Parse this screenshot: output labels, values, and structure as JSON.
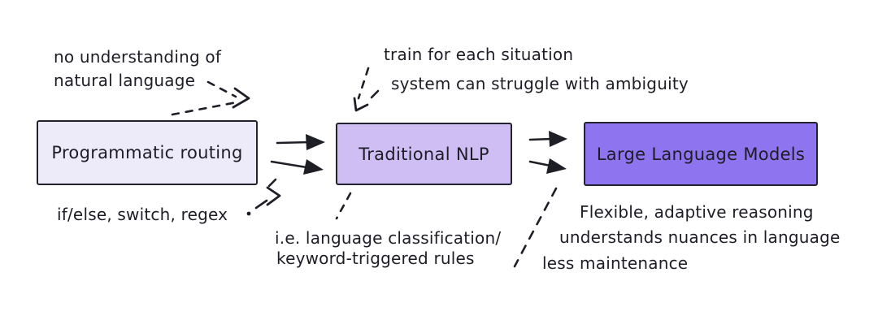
{
  "diagram": {
    "colors": {
      "background": "#ffffff",
      "stroke": "#1e1e26",
      "text": "#1d1d26",
      "node_programmatic_fill": "#EDEAFA",
      "node_nlp_fill": "#CFBEF4",
      "node_llm_fill": "#8F74F0"
    },
    "nodes": [
      {
        "label": "Programmatic routing",
        "fill": "#EDEAFA"
      },
      {
        "label": "Traditional NLP",
        "fill": "#CFBEF4"
      },
      {
        "label": "Large Language Models",
        "fill": "#8F74F0"
      }
    ],
    "annotations": [
      {
        "name": "programmatic-routing-limitation",
        "lines": [
          "no understanding of",
          "natural language"
        ]
      },
      {
        "name": "programmatic-routing-examples",
        "lines": [
          "if/else, switch, regex"
        ]
      },
      {
        "name": "traditional-nlp-limitations",
        "lines": [
          "train for each situation",
          "system can struggle with ambiguity"
        ]
      },
      {
        "name": "traditional-nlp-examples",
        "lines": [
          "i.e. language classification/",
          "keyword-triggered rules"
        ]
      },
      {
        "name": "llm-benefits",
        "lines": [
          "Flexible, adaptive reasoning",
          "understands nuances in language",
          "less maintenance"
        ]
      }
    ]
  }
}
